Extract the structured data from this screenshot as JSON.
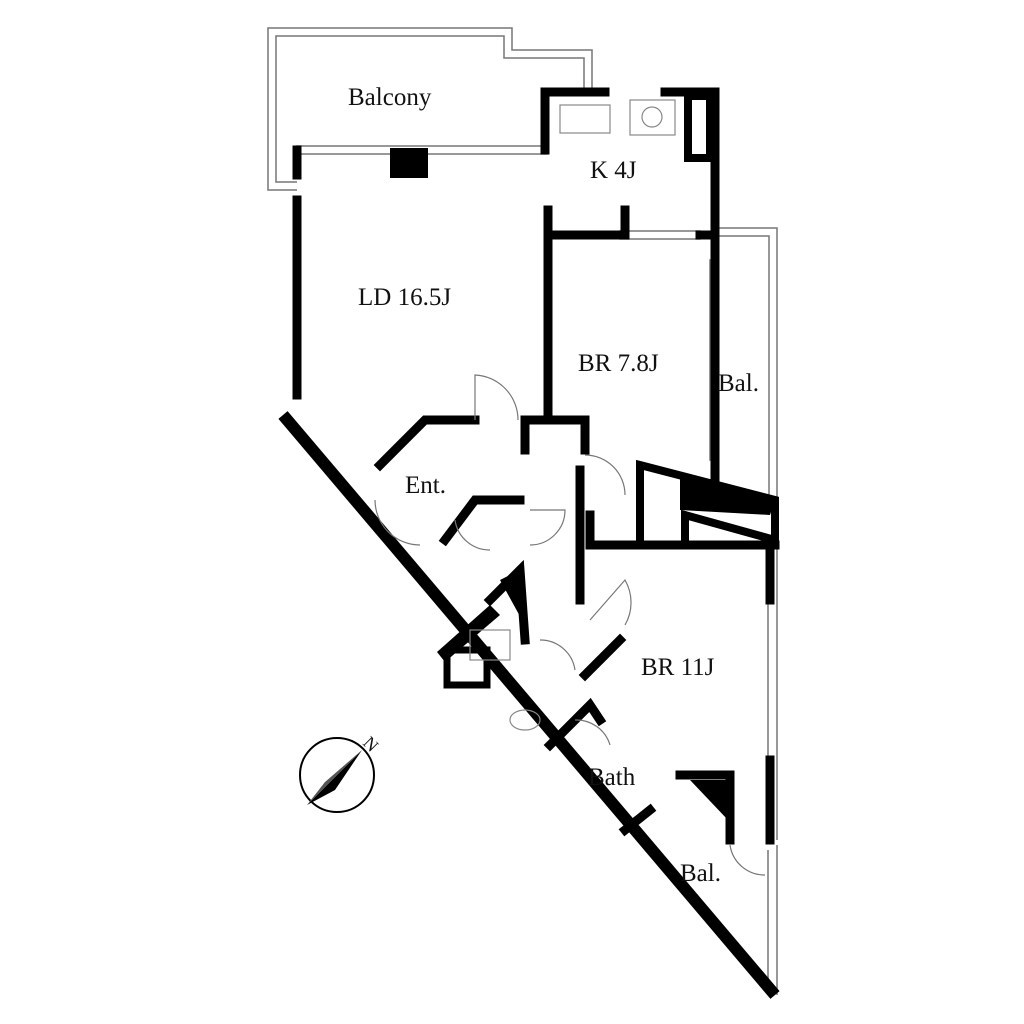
{
  "rooms": {
    "balcony_top": "Balcony",
    "kitchen": "K 4J",
    "living_dining": "LD 16.5J",
    "bedroom_1": "BR 7.8J",
    "balcony_right": "Bal.",
    "entrance": "Ent.",
    "bedroom_2": "BR 11J",
    "bath": "Bath",
    "balcony_bottom": "Bal."
  },
  "compass": {
    "label": "N"
  }
}
